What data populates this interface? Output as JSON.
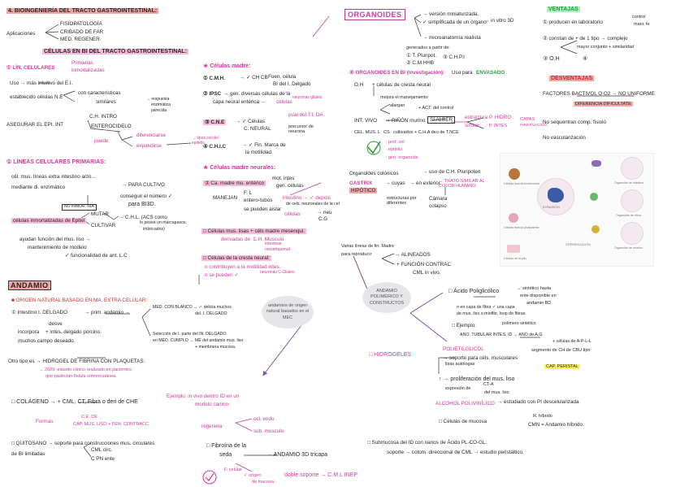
{
  "colors": {
    "pink": "#d0389a",
    "red": "#cc2b2b",
    "green": "#2e9a3f",
    "yellow": "#fff06a"
  },
  "sec1": {
    "title": "4. BIOINGENIERÍA DEL TRACTO GASTROINTESTINAL:",
    "aplicaciones": "Aplicaciones",
    "apps": [
      "FISIOPATOLOGÍA",
      "CRIBADO DE FAR",
      "MED. REGENER."
    ],
    "subtitle": "CÉLULAS EN BI DEL TRACTO GASTROINTESTINAL:",
    "item1": "① LÍN. CELULARES",
    "item1_a": "Primarias",
    "item1_b": "inmortalizadas",
    "l1": "Uso → más intuitivo del E.I.",
    "l2": "establecido células N.E",
    "l2_b": "con características",
    "l2_c": "similares",
    "l2_d": "→ respuesta",
    "l2_e": "enzimática",
    "l2_f": "parecida",
    "l3": "ASEGURAR EL EPI. INT",
    "l3_b": "C.H. INTRO",
    "l3_c": "ENTEROCIDELO",
    "l3_d": "puede",
    "l3_e": "diferenciarse",
    "l3_f": "expandirse",
    "l3_g": "→ tipos cel del epitelio"
  },
  "sec2": {
    "title": "① LÍNEAS CELULARES PRIMARIAS:",
    "l1": "cél. mus. líneas extra intestino acto...",
    "l2": "mediante di. enzimático",
    "l3": "→ PARA CULTIVO",
    "l4": "conseguir el número ✓",
    "l5": "para BI3D.",
    "l6": "NO INMOR. RIA",
    "l7": "células inmortalizadas de Epitel",
    "l8": "MUTAR",
    "l9": "CULTIVAR",
    "l10": "→ C.H.L. (ACS como",
    "l11": "lo posee un marcapasos,",
    "l12": "imbricados)",
    "l13": "ayudan función del mus. liso →",
    "l14": "mantenimiento de modelo",
    "l15": "✓ funcionalidad de ant. L.C"
  },
  "sec3": {
    "title": "★ Células madre:",
    "a1": "① C.M.H.",
    "a1_b": "→ ✓ CH CB",
    "a1_c": "Fuen. célula",
    "a1_d": "BI del I. Delgado",
    "a2": "② IPSC",
    "a2_b": "→ gen. diversas células de la",
    "a2_c": "capa neural entérica →",
    "a2_d": "células",
    "a2_e": "neuronas gliales",
    "a2_f": "pual del T.I. DA",
    "a3": "③ C.N.E",
    "a3_b": "→ ✓ Células",
    "a3_c": "C. NEURAL",
    "a3_d": "precursor de neurona",
    "a4": "④ C.H.I.C",
    "a4_b": "→ ✓ Fin. Marca de",
    "a4_c": "la motilidad."
  },
  "sec4": {
    "title": "★ Células madre neurales:",
    "b1": "② Ca. madre mu. entérico",
    "b1_b": "mot. intes",
    "b1_c": "gen. células",
    "b2": "MANEJAN",
    "b2_b": "F. L",
    "b2_c": "entero-tubos",
    "b3": "se pueden aislar",
    "b3_b": "intestino → ✓ deposi",
    "b3_c": "de cels. neuronales de la cel",
    "b3_d": "células",
    "b3_e": "→ neu",
    "b3_f": "C.G",
    "c1": "□ Células mus. lisas + céls madre mesenqui.",
    "c1_b": "derivadas de: C.H. Musculo",
    "c1_c": "intestinal",
    "c1_d": "mesenquimal",
    "d1": "□ Células de la cresta neural:",
    "d1_b": "o contribuyen a la motilidad intes.",
    "d1_c": "o se pueden ✓",
    "d1_d": "neuronas C.Gliales"
  },
  "sec5": {
    "title": "ANDAMIO",
    "o1": "■ ORIGEN NATURAL BASADO EN MA. EXTRA CELULAR:",
    "o2": "① Intestino I. DELGADO",
    "o2_b": "→ prim. andamio →",
    "o3": "desve",
    "o4": "incorpora",
    "o4_b": "+ intes. delgado porcino.",
    "o5": "muchos campo deseado.",
    "o6": "MED. CON BLANCO → ✓ delicia muchos",
    "o6_b": "del. I. DELGADO",
    "o7": "Selección de I. parte del IN. DELGADO",
    "o7_b": "en MED. CUMPLO → MÉ del andamio mus. liso",
    "o7_c": "+ membrana mucosa.",
    "p1": "Otro tipo es → HIDROGEL DE FIBRINA CON PLAQUETAS:",
    "p2": "→ 2020: estudio clínico realizado en pacientes",
    "p3": "que padecían fístula enterocutánea.",
    "q1": "□ COLÁGENO → + CML, CT, Fibra o deri de CHE",
    "q1_b": "Ejemplo: in vivo dentro ID en un",
    "q1_c": "modelo canino.",
    "q2": "Formas",
    "q2_b": "C.E. DE",
    "q2_c": "CAP. MUS. LISO + FEN. CONTRACC",
    "q3": "regenera",
    "q3_b": "cel. endo",
    "q3_c": "sub. musculo",
    "r1": "□ QUITOSANO → soporte para construcciones mus. circulares",
    "r2": "de BI limitadas",
    "r2_b": "CML circ.",
    "r2_c": "C PN ente",
    "s1": "□ Fibroína de la",
    "s1_b": "seda",
    "s1_c": "→ ANDAMIO 3D tricapa",
    "s2": "F. celular",
    "s2_b": "✓ origen",
    "s2_c": "de mucosa.",
    "s3": "doble soporte → C.M.L INEP",
    "cloud1": "andamios de origen natural basados en el MEC"
  },
  "sec6": {
    "title": "ORGANOIDES",
    "t1": "→ versión miniaturizada,",
    "t2": "✓ simplificada de un órgano",
    "t3": "→ in vitro 3D",
    "t4": "→ microanatomía realista",
    "t5": "generados a partir de:",
    "t6": "① T. Pluripot.",
    "t7": "② C.M.HHB",
    "t8": "③ C.H.P.I",
    "u1": "④ ORGANOIDES EN BI (investigación):",
    "u1_b": "Uso para",
    "u1_c": "ENVASADO",
    "u2": "O.H",
    "u2_b": "+ células de cresta neural",
    "u3": "mejora el manejamiento",
    "u4": "alargan",
    "u4_b": "+ ACT. del control",
    "u5": "INT. VIVO",
    "u5_b": "→ RIÑÓN murino",
    "u5_c": "SÍ ALBER",
    "u5_d": "estructura",
    "u5_e": "similar",
    "u5_f": "P. HIDRO",
    "u5_g": "P. INTES",
    "u5_h": "CAPAS",
    "u5_i": "INNERVACION",
    "u6": "CEL. MUS. L",
    "u6_b": "CS",
    "u6_c": "cultivados + C.H.A deu de T.NCE",
    "u7": "pref. cel",
    "u7_b": "epitelio",
    "u7_c": "gen. organoide",
    "v1": "Organoides colónicos",
    "v1_b": "→ uso de C.H. Pluripoten",
    "v2": "GASTRIX",
    "v2_b": "HIPÓTICO",
    "v2_c": "→ cuyas",
    "v2_d": "→ en exterior",
    "v2_e": "→ TRATO SIMILAR AL COLON HUMANO.",
    "v3": "estructuras por diferentes",
    "v3_b": "Cámara",
    "v3_c": "colapso",
    "w1": "Varias líneas de fin. Madre",
    "w2": "para reproducir",
    "w3": "→ ALINEADOS",
    "w4": "+ FUNCIÓN CONTRAC",
    "w5": "CML in vivo.",
    "cloud2": "ANDAMIO POLIMÉRICO Y CONSTRUCTOS"
  },
  "sec7": {
    "title": "VENTAJAS",
    "a1": "① producen en laboratorio",
    "a1_b": "control",
    "a1_c": "mani. fe",
    "a2": "② constan de + de 1 tipo → complejo",
    "a2_b": "mayor conjunto + similaridad",
    "a3": "③ O.H",
    "a4": "④",
    "title2": "DESVENTAJAS",
    "b1": "FACTORES BACTIVOL O O2 → NO UNIFORME",
    "b2": "DIFERENCIA DIFICULTATE",
    "b3": "No sequentran comp. fisioló",
    "b4": "No vascularización"
  },
  "diagram": {
    "d1": "Células troncal embrionaria",
    "d2": "Células troncal pluripotente",
    "d3": "Células de la piel",
    "d4": "EXPANSIÓN",
    "d5": "DIFERENCIACIÓN",
    "d6": "Organoide de intestino",
    "d7": "Organoide de riñón",
    "d8": "Organoide de cerebro"
  },
  "sec8": {
    "a1": "□ Ácido Poliglicólico",
    "a1_b": "→ sintético hasta",
    "a1_c": "ente disponible en",
    "a1_d": "andamio BD.",
    "a2": "o en capa de fibra ✓ una capa",
    "a2_b": "de mus. liso o miofibr. loop de fibras",
    "a2_c": "polímero sintético",
    "a3": "□ Ejemplo:",
    "a4": "ANO. TUBULAR INTES. ID → ANO de A.G",
    "a4_b": "+ células de A-P-L-L",
    "b1": "□ HIDROGELES",
    "b2": "POLIETILGLICOL",
    "b3": "→ soporte para céls. musculares",
    "b3_b": "lisas autólogas",
    "b4": "↑ → proliferación del mus. liso",
    "b5": "expresión de",
    "b5_b": "CT-A",
    "b5_c": "del mus. liso",
    "b6": "segmento de CH de CBU tipo",
    "b7": "CAP. PERISTAL",
    "c1": "ALCOHOL POLIVINÍLICO",
    "c1_b": "→ estudiado con PI descelularizada",
    "c2": "□ Células de mucosa",
    "c3": "CMN = Andamio híbrido.",
    "c3_b": "R. híbrido",
    "d1": "□ Submucosa del ID con nanos de Ácido PL-CO-GL:",
    "d2": "soporte → cotom. direccional de CML → estudio peristáltico."
  }
}
